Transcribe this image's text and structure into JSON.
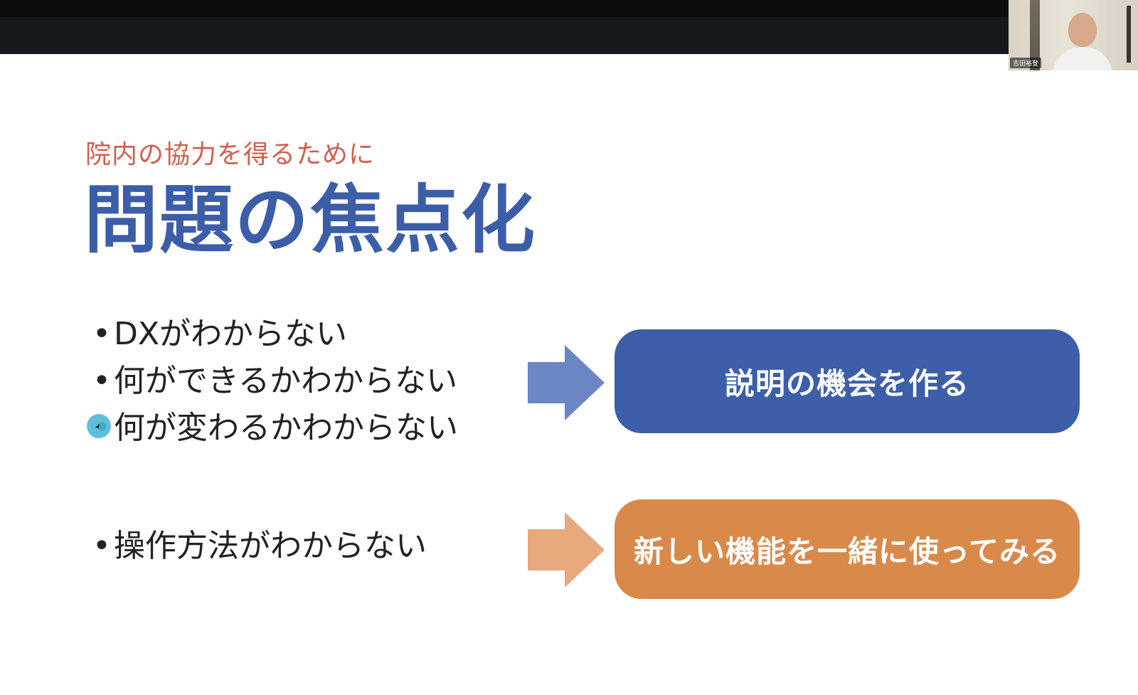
{
  "meeting": {
    "participant_name": "吉田裕登"
  },
  "slide": {
    "subtitle": "院内の協力を得るために",
    "title": "問題の焦点化",
    "bullets": [
      "DXがわからない",
      "何ができるかわからない",
      "何が変わるかわからない",
      "操作方法がわからない"
    ],
    "boxes": [
      {
        "label": "説明の機会を作る",
        "color": "#3d5ea8"
      },
      {
        "label": "新しい機能を一緒に使ってみる",
        "color": "#d9894a"
      }
    ],
    "colors": {
      "subtitle": "#d35d4b",
      "title": "#3c5ea9",
      "arrow_blue": "#6a86c4",
      "arrow_orange": "#e8a97c"
    }
  }
}
